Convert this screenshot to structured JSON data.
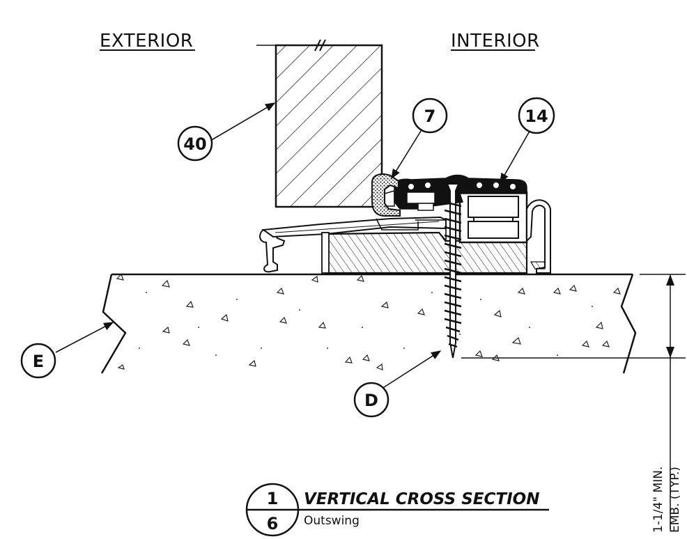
{
  "labels": {
    "exterior": "EXTERIOR",
    "interior": "INTERIOR"
  },
  "callouts": {
    "door": "40",
    "weatherstrip": "7",
    "threshold": "14",
    "fastener": "D",
    "substrate": "E"
  },
  "dimension": {
    "line1": "1-1/4\" MIN.",
    "line2": "EMB. (TYP.)"
  },
  "title_block": {
    "detail_number": "1",
    "sheet_number": "6",
    "title": "VERTICAL CROSS SECTION",
    "subtitle": "Outswing"
  }
}
